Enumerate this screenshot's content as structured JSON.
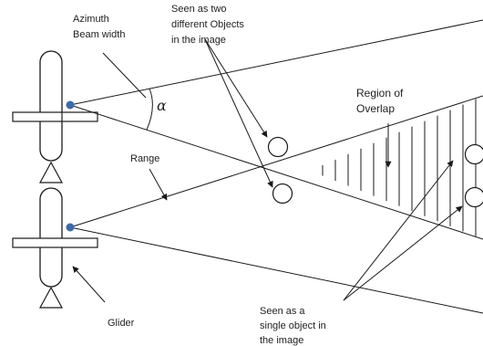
{
  "labels": {
    "azimuth_line1": "Azimuth",
    "azimuth_line2": "Beam width",
    "alpha": "α",
    "seen_two_line1": "Seen as  two",
    "seen_two_line2": "different Objects",
    "seen_two_line3": "in the image",
    "overlap_line1": "Region of",
    "overlap_line2": "Overlap",
    "range": "Range",
    "glider": "Glider",
    "seen_single_line1": "Seen as a",
    "seen_single_line2": "single object in",
    "seen_single_line3": "the image"
  },
  "colors": {
    "line": "#1a1a1a",
    "antenna_dot": "#3d6aa8"
  }
}
